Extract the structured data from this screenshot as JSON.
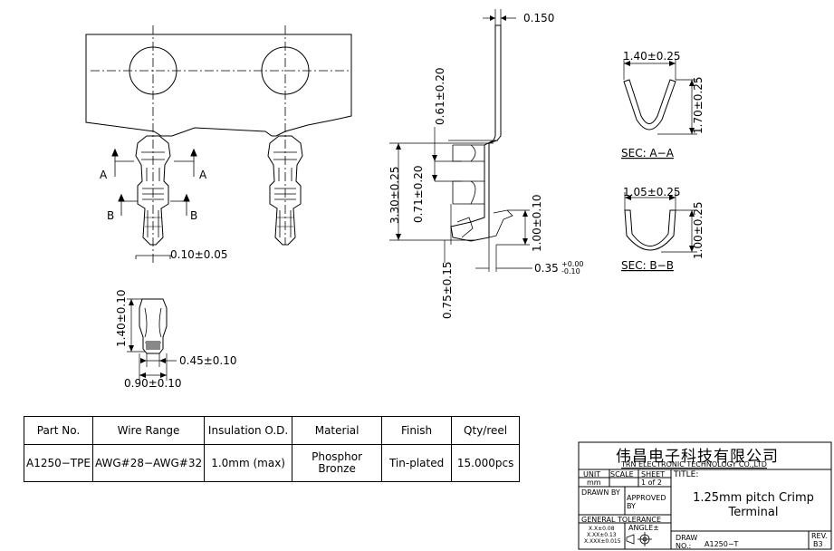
{
  "dimensions": {
    "thickness": "0.150",
    "d_061": "0.61±0.20",
    "d_330": "3.30±0.25",
    "d_071": "0.71±0.20",
    "d_100a": "1.00±0.10",
    "d_075": "0.75±0.15",
    "d_035": "0.35",
    "d_035_tol_upper": "+0.00",
    "d_035_tol_lower": "-0.10",
    "d_010": "0.10±0.05",
    "d_140a": "1.40±0.10",
    "d_045": "0.45±0.10",
    "d_090": "0.90±0.10",
    "secA_w": "1.40±0.25",
    "secA_h": "1.70±0.25",
    "secB_w": "1.05±0.25",
    "secB_h": "1.00±0.25",
    "secA_label": "SEC: A−A",
    "secB_label": "SEC: B−B",
    "marker_A": "A",
    "marker_B": "B"
  },
  "spec_table": {
    "headers": [
      "Part No.",
      "Wire Range",
      "Insulation O.D.",
      "Material",
      "Finish",
      "Qty/reel"
    ],
    "row": [
      "A1250−TPE",
      "AWG#28−AWG#32",
      "1.0mm (max)",
      "Phosphor Bronze",
      "Tin-plated",
      "15.000pcs"
    ]
  },
  "title_block": {
    "company_cn": "伟昌电子科技有限公司",
    "company_en": "TRN ELECTRONIC TECHNOLOGY CO.,LTD",
    "unit_label": "UNIT",
    "unit_value": "mm",
    "scale_label": "SCALE",
    "sheet_label": "SHEET",
    "sheet_value": "1 of 2",
    "title_label": "TITLE:",
    "title_line1": "1.25mm pitch Crimp",
    "title_line2": "Terminal",
    "drawn_by": "DRAWN BY",
    "approved_by": "APPROVED BY",
    "general_tolerance": "GENERAL TOLERANCE",
    "tol1": "X.X±0.08",
    "tol2": "X.XX±0.13",
    "tol3": "X.XXX±0.015",
    "angle": "ANGLE±",
    "draw_no_label": "DRAW NO.:",
    "draw_no": "A1250−T",
    "rev_label": "REV.",
    "rev": "B3"
  }
}
